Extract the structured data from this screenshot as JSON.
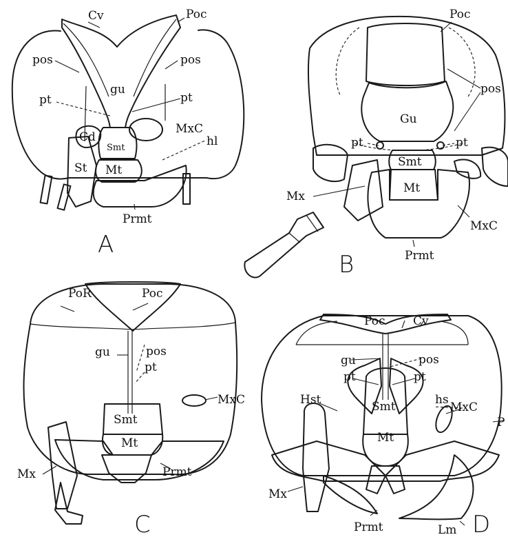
{
  "panels": {
    "A": {
      "letter": "A",
      "labels": {
        "cv": "Cv",
        "poc": "Poc",
        "pos_left": "pos",
        "pos_right": "pos",
        "gu": "gu",
        "pt_left": "pt",
        "pt_right": "pt",
        "cd": "Cd",
        "mxc": "MxC",
        "hl": "hl",
        "smt": "Smt",
        "st": "St",
        "mt": "Mt",
        "prmt": "Prmt"
      }
    },
    "B": {
      "letter": "B",
      "labels": {
        "poc": "Poc",
        "pos": "pos",
        "gu": "Gu",
        "pt_left": "pt",
        "pt_right": "pt",
        "smt": "Smt",
        "mx": "Mx",
        "mt": "Mt",
        "mxc": "MxC",
        "prmt": "Prmt"
      }
    },
    "C": {
      "letter": "C",
      "labels": {
        "por": "PoR",
        "poc": "Poc",
        "gu": "gu",
        "pos": "pos",
        "pt": "pt",
        "mxc": "MxC",
        "smt": "Smt",
        "mt": "Mt",
        "mx": "Mx",
        "prmt": "Prmt"
      }
    },
    "D": {
      "letter": "D",
      "labels": {
        "poc": "Poc",
        "cv": "Cv",
        "gu": "gu",
        "pos": "pos",
        "pt_left": "pt",
        "pt_right": "pt",
        "hst": "Hst",
        "hs": "hs",
        "smt": "Smt",
        "mxc": "MxC",
        "p": "P",
        "mt": "Mt",
        "mx": "Mx",
        "prmt": "Prmt",
        "lm": "Lm"
      }
    }
  }
}
